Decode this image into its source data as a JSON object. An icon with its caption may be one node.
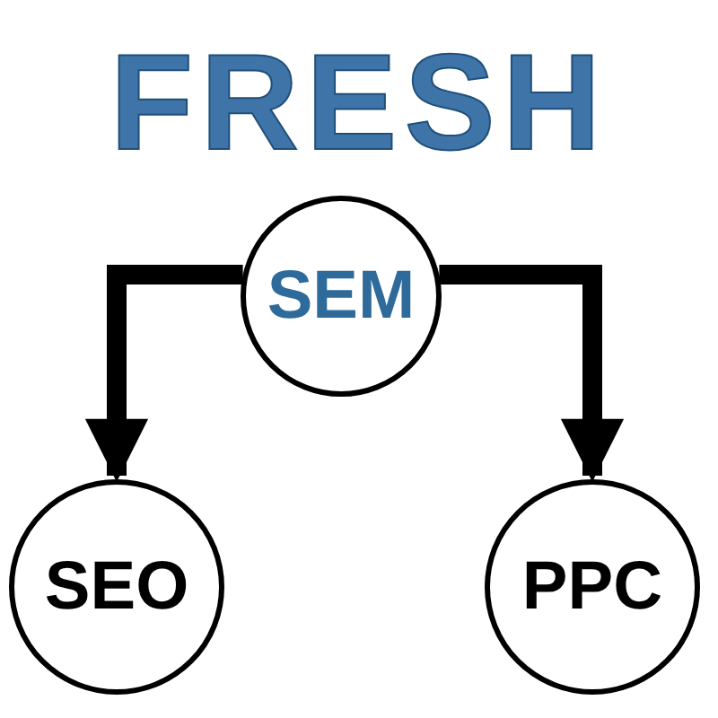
{
  "diagram": {
    "title": "FRESH",
    "nodes": [
      {
        "text": [
          "SEM"
        ]
      },
      {
        "text": [
          "SEO"
        ]
      },
      {
        "text": [
          "PPC"
        ]
      }
    ],
    "edges": [
      {
        "from": 0,
        "to": 1,
        "arrow": "to"
      },
      {
        "from": 0,
        "to": 2,
        "arrow": "to"
      }
    ]
  }
}
